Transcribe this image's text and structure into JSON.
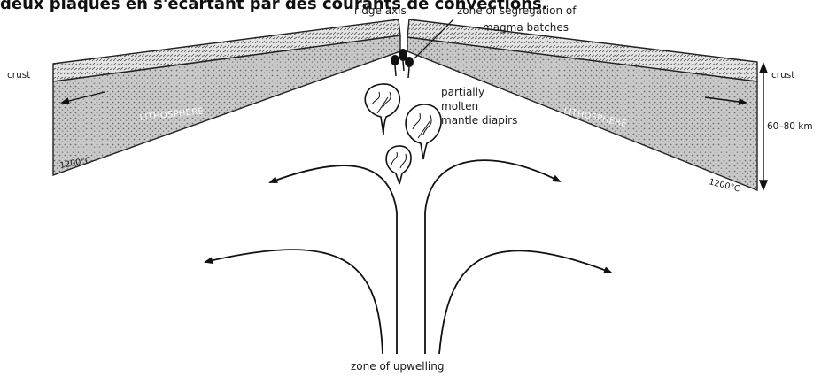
{
  "caption": "deux plaques en s'écartant par des courants de convections.",
  "labels": {
    "ridge_axis": "ridge axis",
    "segregation_line1": "zone of segregation of",
    "segregation_line2": "magma batches",
    "crust_left": "crust",
    "crust_right": "crust",
    "lithosphere_left": "LITHOSPHERE",
    "lithosphere_right": "LITHOSPHERE",
    "diapirs_line1": "partially",
    "diapirs_line2": "molten",
    "diapirs_line3": "mantle diapirs",
    "thickness": "60–80 km",
    "temp_left": "1200°C",
    "temp_right": "1200°C",
    "upwelling": "zone of upwelling"
  }
}
